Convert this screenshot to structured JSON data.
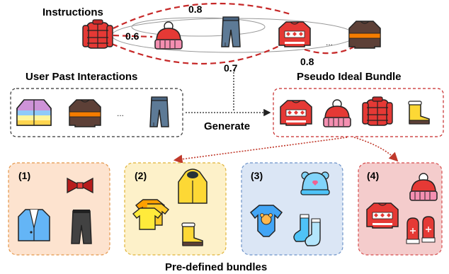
{
  "labels": {
    "instructions": "Instructions",
    "user_past": "User Past Interactions",
    "pseudo": "Pseudo Ideal Bundle",
    "generate": "Generate",
    "predefined": "Pre-defined bundles"
  },
  "weights": {
    "w_top": "0.8",
    "w_left": "0.6",
    "w_bottom": "0.7",
    "w_right": "0.8"
  },
  "ellipsis": "...",
  "bundles": [
    {
      "tag": "(1)"
    },
    {
      "tag": "(2)"
    },
    {
      "tag": "(3)"
    },
    {
      "tag": "(4)"
    }
  ],
  "colors": {
    "red_dash": "#c62828",
    "gray": "#9e9e9e",
    "b1_fill": "#fde3cf",
    "b1_stroke": "#e4964a",
    "b2_fill": "#fdf1c9",
    "b2_stroke": "#e0b33a",
    "b3_fill": "#dbe6f5",
    "b3_stroke": "#6d93c9",
    "b4_fill": "#f4cccc",
    "b4_stroke": "#d64d4d"
  }
}
